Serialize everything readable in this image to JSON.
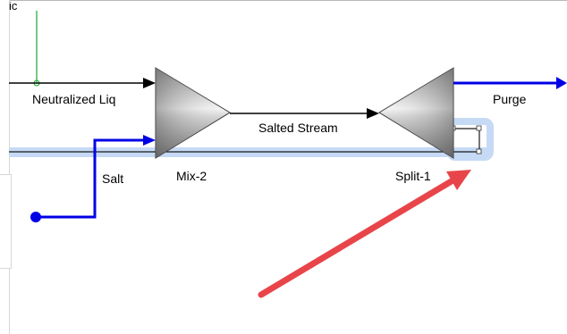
{
  "corner_text": "ic",
  "streams": {
    "neutralized_liq": "Neutralized Liq",
    "salted_stream": "Salted Stream",
    "purge": "Purge",
    "salt": "Salt"
  },
  "units": {
    "mixer": "Mix-2",
    "splitter": "Split-1"
  },
  "colors": {
    "material_stream": "#000000",
    "energy_stream": "#0000e6",
    "selection_highlight": "#c6daf5",
    "feed_line": "#18a830",
    "annotation_arrow": "#e8454a"
  }
}
